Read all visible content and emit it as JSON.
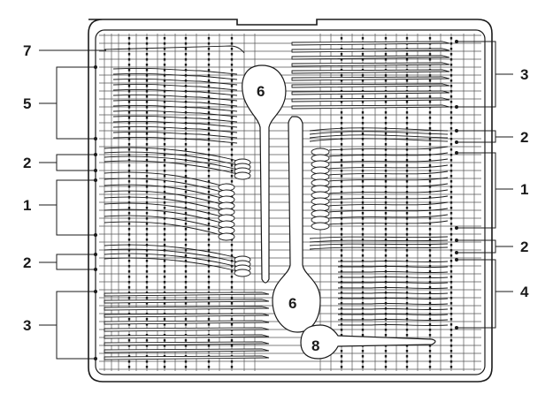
{
  "callouts": {
    "left_7": "7",
    "left_5": "5",
    "left_2_top": "2",
    "left_1": "1",
    "left_2_bottom": "2",
    "left_3": "3",
    "right_3": "3",
    "right_2_top": "2",
    "right_1": "1",
    "right_2_bottom": "2",
    "right_4": "4",
    "spoon_6_top": "6",
    "spoon_6_bottom": "6",
    "ladle_8": "8"
  },
  "colors": {
    "line": "#1a1a1a",
    "grid": "#555555",
    "cutlery": "#ffffff",
    "background": "#ffffff"
  }
}
